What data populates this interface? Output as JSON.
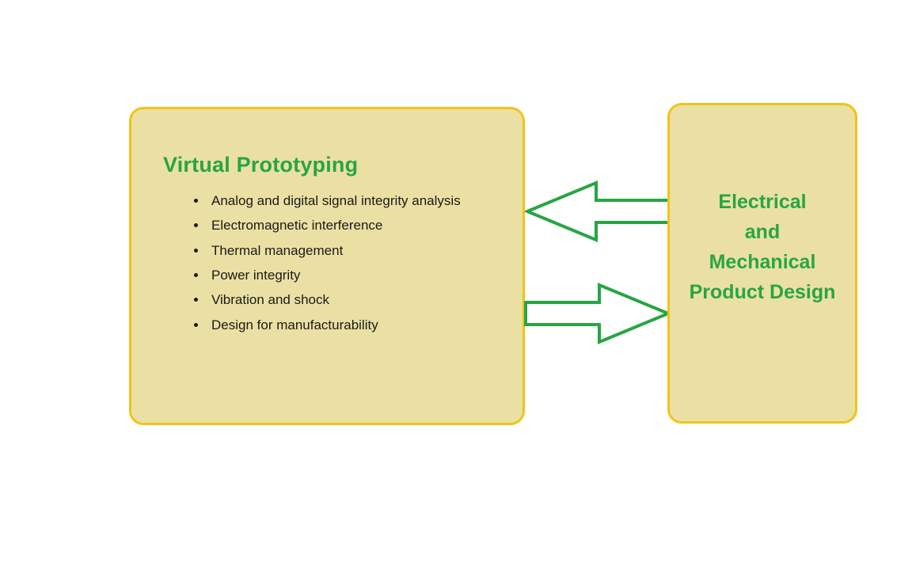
{
  "diagram": {
    "left_box": {
      "title": "Virtual Prototyping",
      "bullets": [
        "Analog and digital signal integrity analysis",
        "Electromagnetic interference",
        "Thermal management",
        "Power integrity",
        "Vibration and shock",
        "Design for manufacturability"
      ]
    },
    "right_box": {
      "lines": [
        "Electrical",
        "and",
        "Mechanical",
        "Product Design"
      ]
    },
    "arrows": [
      {
        "direction": "left"
      },
      {
        "direction": "right"
      }
    ],
    "colors": {
      "box_fill": "#EBE0A3",
      "box_border": "#F0C419",
      "green": "#27A544",
      "arrow_fill": "#FFFFFF",
      "text": "#1A1A1A"
    }
  }
}
